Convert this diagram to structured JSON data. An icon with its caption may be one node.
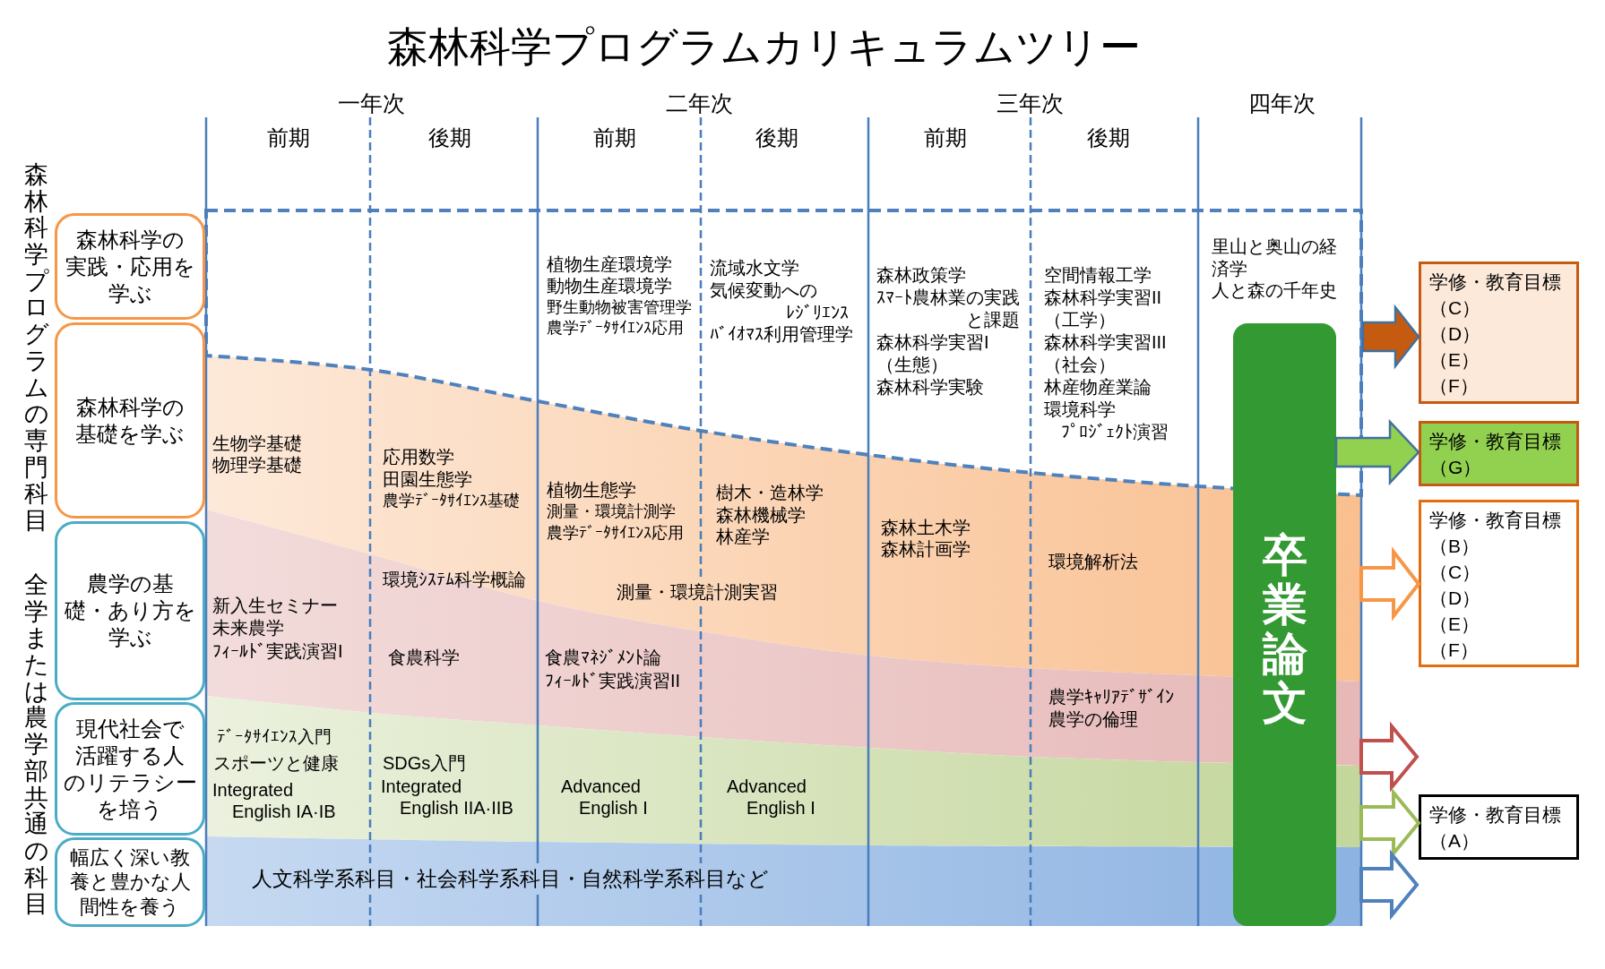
{
  "diagram": {
    "title": "森林科学プログラムカリキュラムツリー",
    "nodes": [
      {
        "text": [
          "森林科学の実践・応用を学ぶ"
        ]
      },
      {
        "text": [
          "森林科学の基礎を学ぶ"
        ]
      },
      {
        "text": [
          "農学の基礎・あり方を学ぶ"
        ]
      },
      {
        "text": [
          "現代社会で活躍する人のリテラシーを培う"
        ]
      },
      {
        "text": [
          "幅広く深い教養と豊かな人間性を養う"
        ]
      },
      {
        "text": [
          "植物生産環境学",
          "動物生産環境学",
          "野生動物被害管理学",
          "農学ﾃﾞｰﾀｻｲｴﾝｽ応用",
          "流域水文学",
          "気候変動へのﾚｼﾞﾘｴﾝｽ",
          "ﾊﾞｲｵﾏｽ利用管理学",
          "森林政策学",
          "ｽﾏｰﾄ農林業の実践と課題",
          "森林科学実習I（生態）",
          "森林科学実験",
          "空間情報工学",
          "森林科学実習II（工学）",
          "森林科学実習III（社会）",
          "林産物産業論",
          "環境科学ﾌﾟﾛｼﾞｪｸﾄ演習",
          "里山と奥山の経済学",
          "人と森の千年史"
        ]
      },
      {
        "text": [
          "生物学基礎",
          "物理学基礎",
          "応用数学",
          "田園生態学",
          "農学ﾃﾞｰﾀｻｲｴﾝｽ基礎",
          "植物生態学",
          "測量・環境計測学",
          "農学ﾃﾞｰﾀｻｲｴﾝｽ応用",
          "樹木・造林学",
          "森林機械学",
          "林産学",
          "測量・環境計測実習",
          "森林土木学",
          "森林計画学",
          "環境解析法"
        ]
      },
      {
        "text": [
          "新入生セミナー",
          "未来農学",
          "ﾌｨｰﾙﾄﾞ実践演習I",
          "環境ｼｽﾃﾑ科学概論",
          "食農科学",
          "食農ﾏﾈｼﾞﾒﾝﾄ論",
          "ﾌｨｰﾙﾄﾞ実践演習II",
          "農学ｷｬﾘｱﾃﾞｻﾞｲﾝ",
          "農学の倫理"
        ]
      },
      {
        "text": [
          "ﾃﾞｰﾀｻｲｴﾝｽ入門",
          "スポーツと健康",
          "Integrated English IA·IB",
          "SDGs入門",
          "Integrated English IIA·IIB",
          "Advanced English I",
          "Advanced English I"
        ]
      },
      {
        "text": [
          "人文科学系科目・社会科学系科目・自然科学系科目など"
        ]
      },
      {
        "text": [
          "卒業論文"
        ]
      },
      {
        "text": [
          "学修・教育目標",
          "（C）",
          "（D）",
          "（E）",
          "（F）"
        ]
      },
      {
        "text": [
          "学修・教育目標",
          "（G）"
        ]
      },
      {
        "text": [
          "学修・教育目標",
          "（B）",
          "（C）",
          "（D）",
          "（E）",
          "（F）"
        ]
      },
      {
        "text": [
          "学修・教育目標",
          "（A）"
        ]
      }
    ],
    "edges": [
      {
        "from": 5,
        "to": 11,
        "arrow": "to",
        "color": "#c55a11"
      },
      {
        "from": 10,
        "to": 12,
        "arrow": "to",
        "color": "#92d050"
      },
      {
        "from": 6,
        "to": 13,
        "arrow": "to",
        "color": "#f79646"
      },
      {
        "from": 7,
        "to": null,
        "arrow": "to",
        "color": "#c0504d"
      },
      {
        "from": 8,
        "to": 14,
        "arrow": "to",
        "color": "#9bbb59"
      },
      {
        "from": 9,
        "to": null,
        "arrow": "to",
        "color": "#4f81bd"
      }
    ],
    "labels": [
      "一年次",
      "二年次",
      "三年次",
      "四年次",
      "前期",
      "後期",
      "前期",
      "後期",
      "前期",
      "後期",
      "森林科学プログラムの専門科目",
      "全学または農学部共通の科目"
    ]
  }
}
